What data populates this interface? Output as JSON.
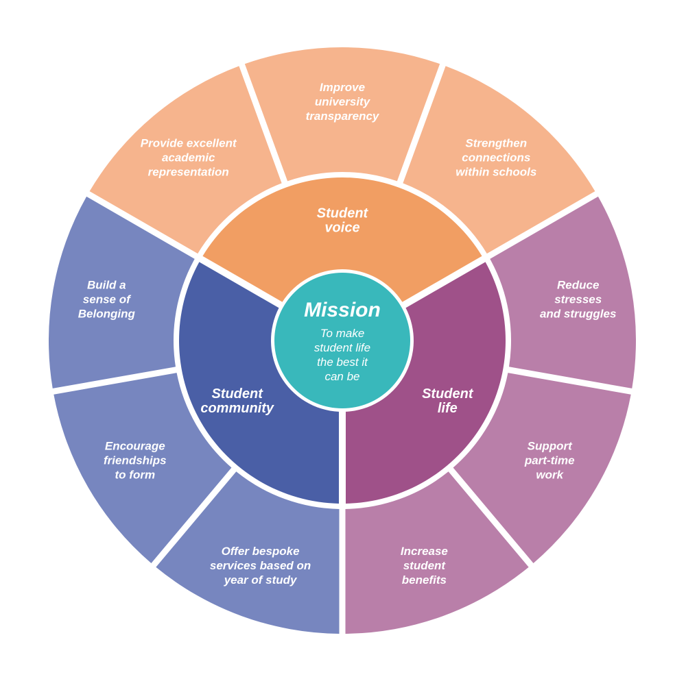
{
  "colors": {
    "background": "#ffffff",
    "voice_inner": "#f19e63",
    "voice_outer": "#f6b48d",
    "life_inner": "#9f5189",
    "life_outer": "#b97fa9",
    "community_inner": "#4a5fa6",
    "community_outer": "#7786bf",
    "mission": "#39b8bb",
    "text": "#ffffff"
  },
  "mission": {
    "title": "Mission",
    "lines": [
      "To make",
      "student life",
      "the best it",
      "can be"
    ]
  },
  "sections": [
    {
      "id": "voice",
      "title_lines": [
        "Student",
        "voice"
      ],
      "items": [
        {
          "lines": [
            "Provide excellent",
            "academic",
            "representation"
          ]
        },
        {
          "lines": [
            "Improve",
            "university",
            "transparency"
          ]
        },
        {
          "lines": [
            "Strengthen",
            "connections",
            "within schools"
          ]
        }
      ]
    },
    {
      "id": "life",
      "title_lines": [
        "Student",
        "life"
      ],
      "items": [
        {
          "lines": [
            "Reduce",
            "stresses",
            "and struggles"
          ]
        },
        {
          "lines": [
            "Support",
            "part-time",
            "work"
          ]
        },
        {
          "lines": [
            "Increase",
            "student",
            "benefits"
          ]
        }
      ]
    },
    {
      "id": "community",
      "title_lines": [
        "Student",
        "community"
      ],
      "items": [
        {
          "lines": [
            "Offer bespoke",
            "services based on",
            "year of study"
          ]
        },
        {
          "lines": [
            "Encourage",
            "friendships",
            "to form"
          ]
        },
        {
          "lines": [
            "Build a",
            "sense of",
            "Belonging"
          ]
        }
      ]
    }
  ]
}
